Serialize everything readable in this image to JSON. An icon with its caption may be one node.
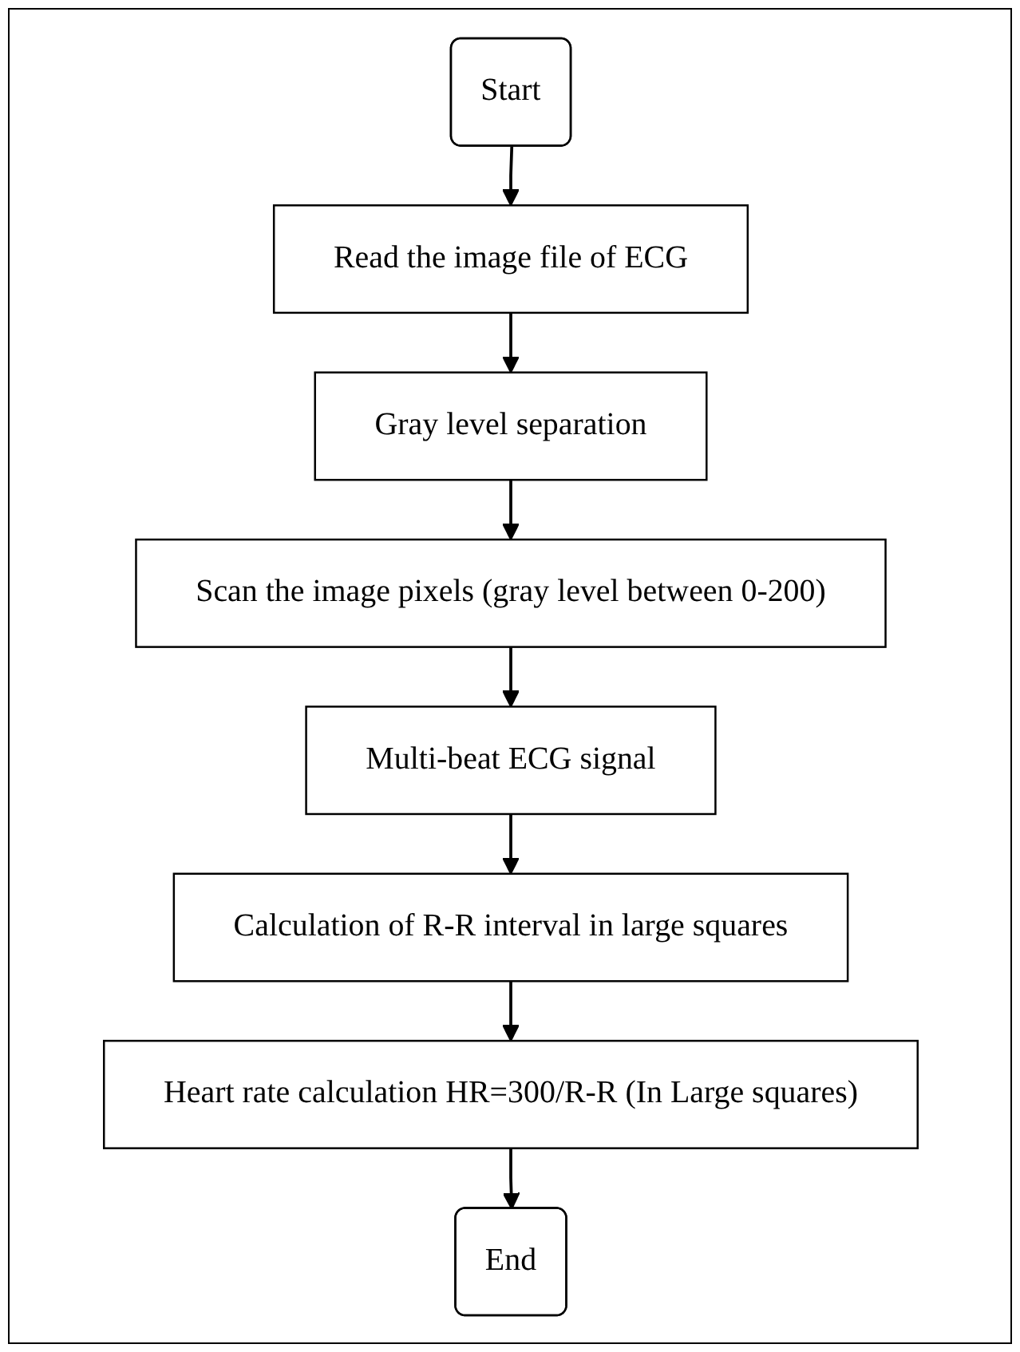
{
  "diagram": {
    "nodes": [
      {
        "text": [
          "Start"
        ]
      },
      {
        "text": [
          "Read the image file of ECG"
        ]
      },
      {
        "text": [
          "Gray level separation"
        ]
      },
      {
        "text": [
          "Scan the image pixels (gray level between 0-200)"
        ]
      },
      {
        "text": [
          "Multi-beat ECG signal"
        ]
      },
      {
        "text": [
          "Calculation of R-R interval in large squares"
        ]
      },
      {
        "text": [
          "Heart rate calculation HR=300/R-R (In Large squares)"
        ]
      },
      {
        "text": [
          "End"
        ]
      }
    ],
    "edges": [
      {
        "from": 0,
        "to": 1,
        "arrow": "to"
      },
      {
        "from": 1,
        "to": 2,
        "arrow": "to"
      },
      {
        "from": 2,
        "to": 3,
        "arrow": "to"
      },
      {
        "from": 3,
        "to": 4,
        "arrow": "to"
      },
      {
        "from": 4,
        "to": 5,
        "arrow": "to"
      },
      {
        "from": 5,
        "to": 6,
        "arrow": "to"
      },
      {
        "from": 6,
        "to": 7,
        "arrow": "to"
      }
    ]
  }
}
